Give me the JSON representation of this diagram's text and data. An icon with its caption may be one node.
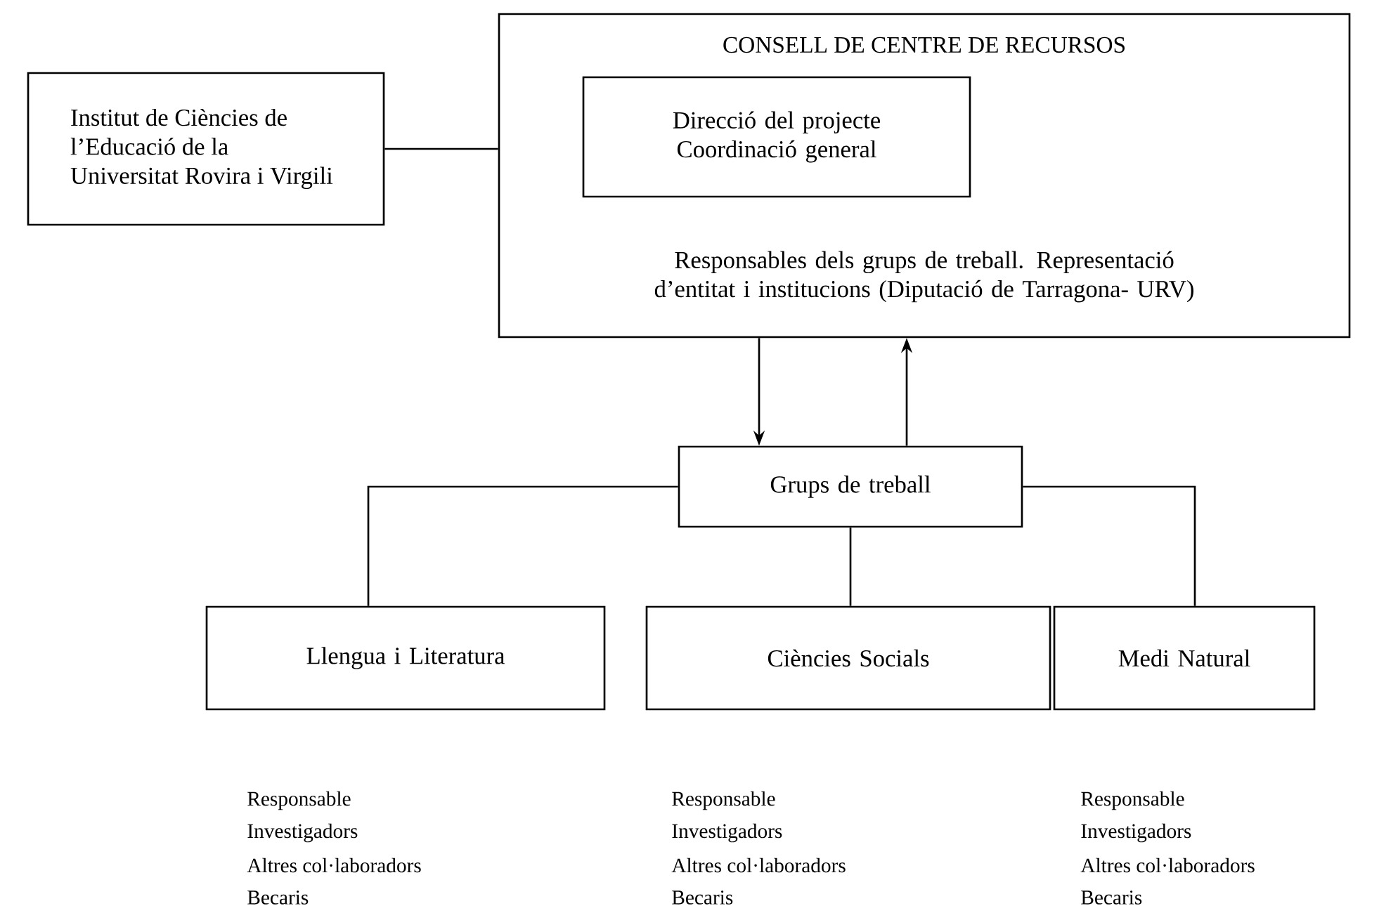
{
  "diagram": {
    "nodes": [
      {
        "text": [
          "Institut de Ciències de l’Educació de la Universitat Rovira i Virgili"
        ]
      },
      {
        "text": [
          "CONSELL DE CENTRE DE RECURSOS",
          "Responsables dels grups de treball. Representació d’entitat i institucions (Diputació de Tarragona- URV)"
        ]
      },
      {
        "text": [
          "Direcció del projecte Coordinació general"
        ],
        "in": 1
      },
      {
        "text": [
          "Grups de treball"
        ]
      },
      {
        "text": [
          "Llengua i Literatura"
        ],
        "beside": [
          "Responsable",
          "Investigadors",
          "Altres col·laboradors",
          "Becaris"
        ]
      },
      {
        "text": [
          "Ciències Socials"
        ],
        "beside": [
          "Responsable",
          "Investigadors",
          "Altres col·laboradors",
          "Becaris"
        ]
      },
      {
        "text": [
          "Medi Natural"
        ],
        "beside": [
          "Responsable",
          "Investigadors",
          "Altres col·laboradors",
          "Becaris"
        ]
      }
    ],
    "edges": [
      {
        "from": 0,
        "to": 1,
        "arrow": "none"
      },
      {
        "from": 1,
        "to": 3,
        "arrow": "to"
      },
      {
        "from": 3,
        "to": 1,
        "arrow": "to"
      },
      {
        "from": 3,
        "to": 4,
        "arrow": "none"
      },
      {
        "from": 3,
        "to": 5,
        "arrow": "none"
      },
      {
        "from": 3,
        "to": 6,
        "arrow": "none"
      }
    ]
  }
}
